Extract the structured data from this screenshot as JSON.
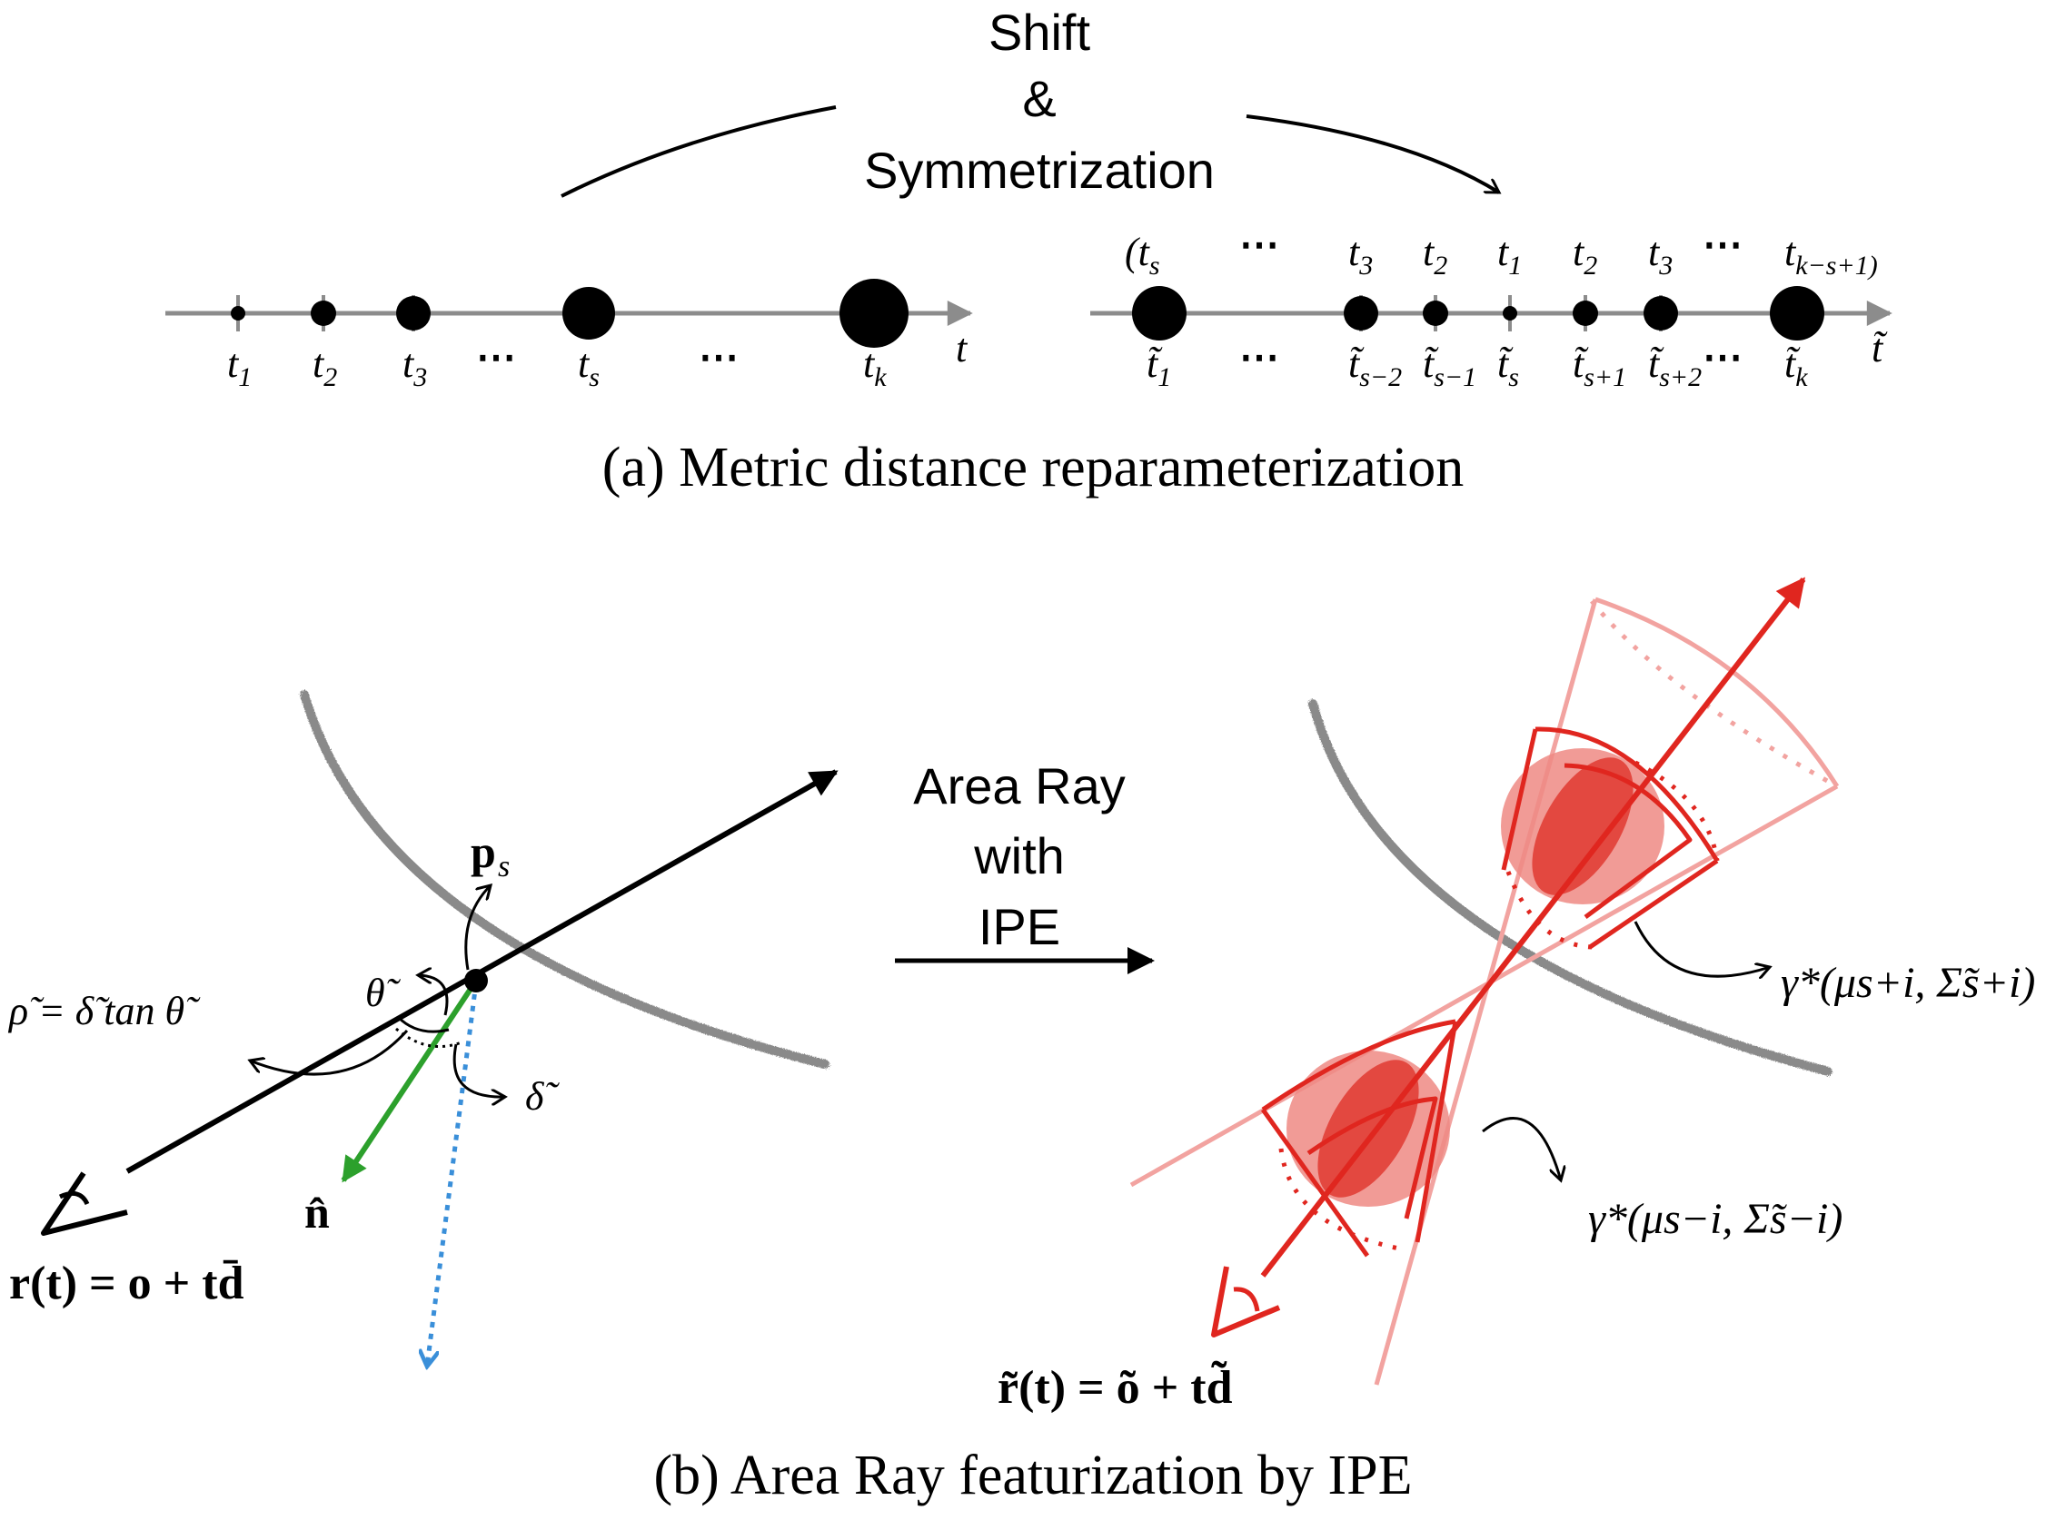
{
  "panel_a": {
    "arrow_label": [
      "Shift",
      "&",
      "Symmetrization"
    ],
    "axis_left_label": "t",
    "axis_right_label": "t̃",
    "left_ticks": [
      {
        "base": "t",
        "sub": "1",
        "tilde": false
      },
      {
        "base": "t",
        "sub": "2",
        "tilde": false
      },
      {
        "base": "t",
        "sub": "3",
        "tilde": false
      },
      {
        "base": "⋯",
        "sub": "",
        "tilde": false
      },
      {
        "base": "t",
        "sub": "s",
        "tilde": false
      },
      {
        "base": "⋯",
        "sub": "",
        "tilde": false
      },
      {
        "base": "t",
        "sub": "k",
        "tilde": false
      }
    ],
    "right_top_labels": [
      {
        "base": "(t",
        "sub": "s"
      },
      {
        "base": "⋯",
        "sub": ""
      },
      {
        "base": "t",
        "sub": "3"
      },
      {
        "base": "t",
        "sub": "2"
      },
      {
        "base": "t",
        "sub": "1"
      },
      {
        "base": "t",
        "sub": "2"
      },
      {
        "base": "t",
        "sub": "3"
      },
      {
        "base": "⋯",
        "sub": ""
      },
      {
        "base": "t",
        "sub": "k−s+1)"
      }
    ],
    "right_bottom_labels": [
      {
        "base": "t̃",
        "sub": "1"
      },
      {
        "base": "⋯",
        "sub": ""
      },
      {
        "base": "t̃",
        "sub": "s−2"
      },
      {
        "base": "t̃",
        "sub": "s−1"
      },
      {
        "base": "t̃",
        "sub": "s"
      },
      {
        "base": "t̃",
        "sub": "s+1"
      },
      {
        "base": "t̃",
        "sub": "s+2"
      },
      {
        "base": "⋯",
        "sub": ""
      },
      {
        "base": "t̃",
        "sub": "k"
      }
    ],
    "caption": "(a) Metric distance reparameterization"
  },
  "panel_b": {
    "ps_label": "p",
    "ps_sub": "s",
    "theta_label": "θ̃",
    "rho_eq": "ρ̃ = δ̃ tan θ̃",
    "delta_label": "δ̃",
    "normal_label": "n̂",
    "ray_eq": "r(t) = o + td̄",
    "transform_label": [
      "Area Ray",
      "with",
      "IPE"
    ],
    "gamma_top": "γ*(μs+i, Σ̃s+i)",
    "gamma_bottom": "γ*(μs−i, Σ̃s−i)",
    "area_ray_eq": "r̃(t) = õ + td̃",
    "caption": "(b) Area Ray featurization by IPE"
  },
  "colors": {
    "black": "#000000",
    "gray_axis": "#8c8c8c",
    "surface": "#8a8a8a",
    "normal_green": "#2ca02c",
    "dotted_blue": "#3a8fd9",
    "red": "#e0261f",
    "light_red": "#f2a3a0",
    "blob_outer": "#ee8a84",
    "blob_inner": "#e0332b"
  }
}
